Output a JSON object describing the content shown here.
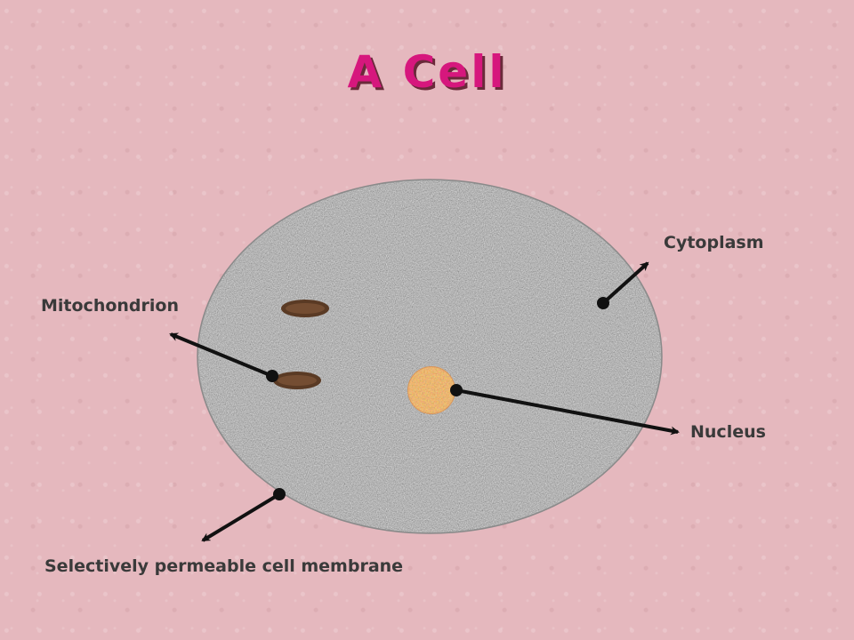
{
  "title": "A Cell",
  "labels": {
    "cytoplasm": "Cytoplasm",
    "mitochondrion": "Mitochondrion",
    "nucleus": "Nucleus",
    "membrane": "Selectively permeable cell membrane"
  },
  "colors": {
    "background": "#e5b8be",
    "title": "#d6177d",
    "cell": "#a9a9a9",
    "nucleus": "#d9965a",
    "mitochondrion": "#5a3a24",
    "arrow": "#111111"
  }
}
